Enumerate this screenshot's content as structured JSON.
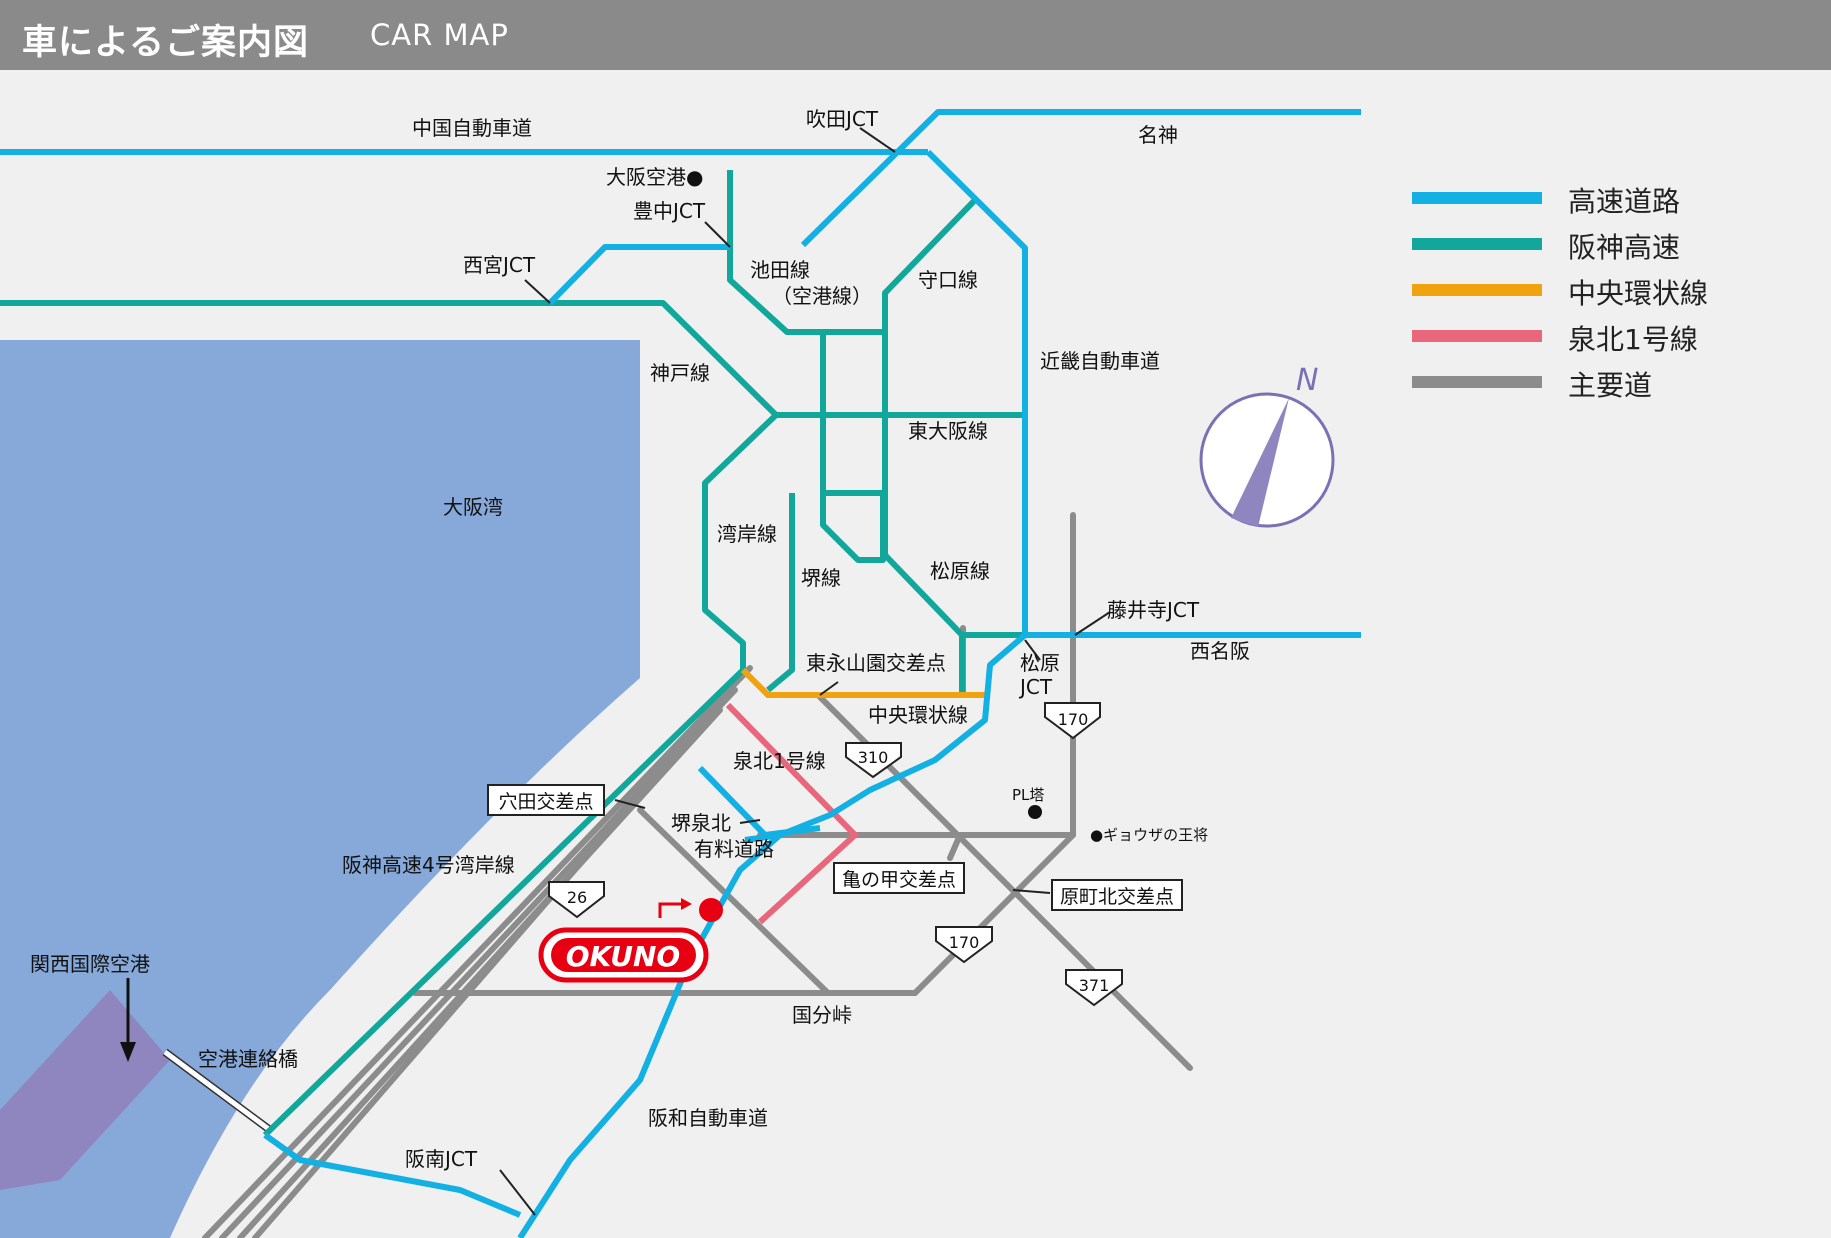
{
  "header": {
    "title": "車によるご案内図",
    "subtitle": "CAR MAP"
  },
  "colors": {
    "expressway": "#12b0e3",
    "hanshin": "#11a89b",
    "central_loop": "#f0a30e",
    "senboku": "#e8677a",
    "main_road": "#8c8c8c",
    "sea": "#86a9da",
    "kansai_airport": "#8f86c0",
    "okuno_red": "#e60012",
    "background": "#f0f0f0"
  },
  "legend": [
    {
      "label": "高速道路",
      "color": "#12b0e3"
    },
    {
      "label": "阪神高速",
      "color": "#11a89b"
    },
    {
      "label": "中央環状線",
      "color": "#f0a30e"
    },
    {
      "label": "泉北1号線",
      "color": "#e8677a"
    },
    {
      "label": "主要道",
      "color": "#8c8c8c"
    }
  ],
  "compass": {
    "label": "N"
  },
  "route_shields": {
    "r170a": "170",
    "r310": "310",
    "r26": "26",
    "r170b": "170",
    "r371": "371"
  },
  "landmarks": {
    "okuno": "OKUNO",
    "pl_tower": "PL塔",
    "gyoza": "●ギョウザの王将"
  },
  "boxed_labels": {
    "anada": "穴田交差点",
    "kamenokou": "亀の甲交差点",
    "haramachi": "原町北交差点"
  },
  "labels": {
    "chugoku": "中国自動車道",
    "suita": "吹田JCT",
    "meishin": "名神",
    "osaka_airport": "大阪空港●",
    "toyonaka": "豊中JCT",
    "nishinomiya": "西宮JCT",
    "ikeda": "池田線",
    "ikeda_sub": "（空港線）",
    "moriguchi": "守口線",
    "kinki": "近畿自動車道",
    "kobe": "神戸線",
    "higashiosaka": "東大阪線",
    "osaka_bay": "大阪湾",
    "wangan": "湾岸線",
    "sakai": "堺線",
    "matsubara": "松原線",
    "fujiidera": "藤井寺JCT",
    "nishimeihan": "西名阪",
    "higashinagayama": "東永山園交差点",
    "matsubara_jct_1": "松原",
    "matsubara_jct_2": "JCT",
    "chuo_kanjo": "中央環状線",
    "senboku": "泉北1号線",
    "senboku_toll_1": "堺泉北",
    "senboku_toll_2": "有料道路",
    "hanshin4": "阪神高速4号湾岸線",
    "kansai_airport": "関西国際空港",
    "airport_bridge": "空港連絡橋",
    "kokubu": "国分峠",
    "hanwa": "阪和自動車道",
    "hannan": "阪南JCT"
  }
}
